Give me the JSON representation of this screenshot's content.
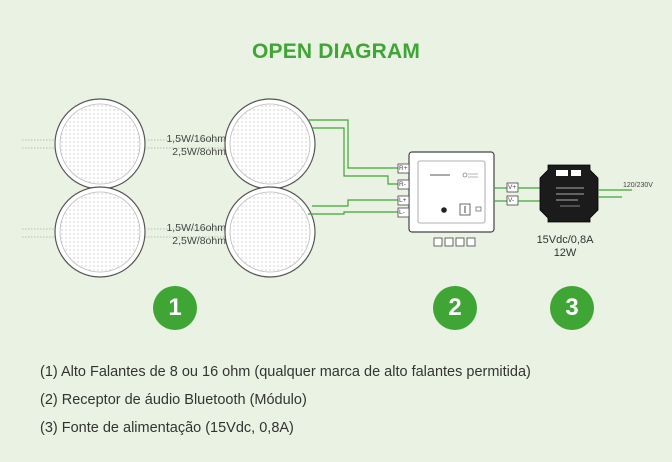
{
  "title": "OPEN DIAGRAM",
  "speakers": [
    {
      "rating_1": "1,5W/16ohm",
      "rating_2": "2,5W/8ohm"
    },
    {
      "rating_1": "1,5W/16ohm",
      "rating_2": "2,5W/8ohm"
    }
  ],
  "module_terminals_left": [
    "R+",
    "R-",
    "L+",
    "L-"
  ],
  "module_terminals_bottom": [
    "□",
    "□",
    "□",
    "□"
  ],
  "psu_terminals": [
    "V+",
    "V-"
  ],
  "mains_label": "120/230V",
  "psu_output": "15Vdc/0,8A",
  "psu_power": "12W",
  "badges": [
    "1",
    "2",
    "3"
  ],
  "notes": [
    "(1) Alto Falantes de 8 ou 16 ohm (qualquer marca de alto falantes permitida)",
    "(2) Receptor de áudio Bluetooth (Módulo)",
    "(3) Fonte de alimentação (15Vdc, 0,8A)"
  ],
  "colors": {
    "background": "#eaf3e3",
    "accent": "#3fa535",
    "wire": "#3fa535",
    "text": "#333333"
  }
}
